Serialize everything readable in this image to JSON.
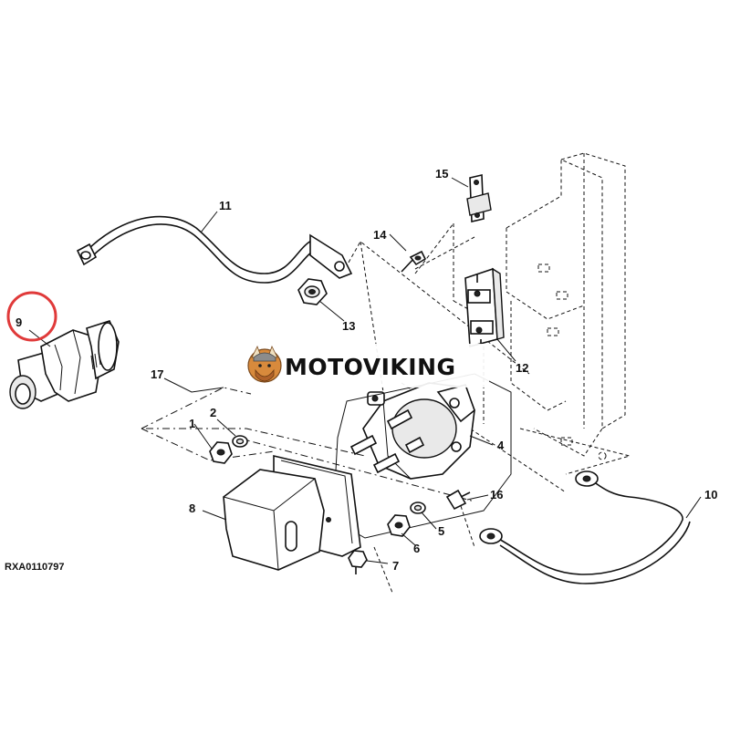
{
  "diagram": {
    "figure_id": "RXA0110797",
    "watermark": "MOTOVIKING",
    "highlighted_callout": "9",
    "highlight_color": "#e03a3a",
    "callouts": {
      "c1": "1",
      "c2": "2",
      "c4": "4",
      "c5": "5",
      "c6": "6",
      "c7": "7",
      "c8": "8",
      "c9": "9",
      "c10": "10",
      "c11": "11",
      "c12": "12",
      "c13": "13",
      "c14": "14",
      "c15": "15",
      "c16": "16",
      "c17": "17"
    }
  }
}
